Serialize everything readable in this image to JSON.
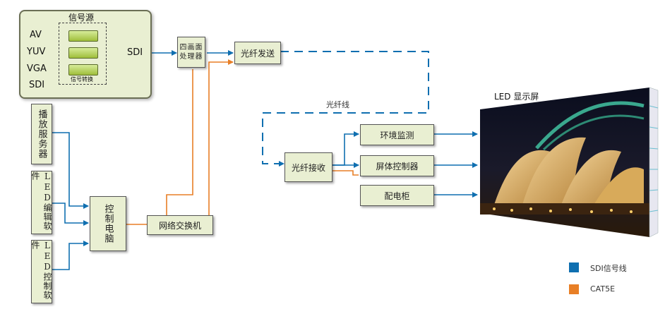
{
  "source_panel": {
    "title": "信号源",
    "converter_label": "信号转换"
  },
  "inputs": [
    "AV",
    "YUV",
    "VGA",
    "SDI"
  ],
  "sdi_label": "SDI",
  "nodes": {
    "play_server": "播放服务器",
    "led_edit": "LED编辑软件",
    "led_control_sw": "LED控制软件",
    "control_pc": "控制电脑",
    "quad_processor": "四画面处理器",
    "fiber_send": "光纤发送",
    "switch": "网络交换机",
    "fiber_receive": "光纤接收",
    "env_monitor": "环境监测",
    "screen_controller": "屏体控制器",
    "power_cabinet": "配电柜"
  },
  "fiber_line_label": "光纤线",
  "display_label": "LED 显示屏",
  "legend": [
    {
      "color": "#0f6fb0",
      "label": "SDI信号线"
    },
    {
      "color": "#e87f26",
      "label": "CAT5E"
    }
  ],
  "colors": {
    "sdi": "#0f6fb0",
    "cat5e": "#e87f26",
    "box_fill": "#e9efd2"
  }
}
